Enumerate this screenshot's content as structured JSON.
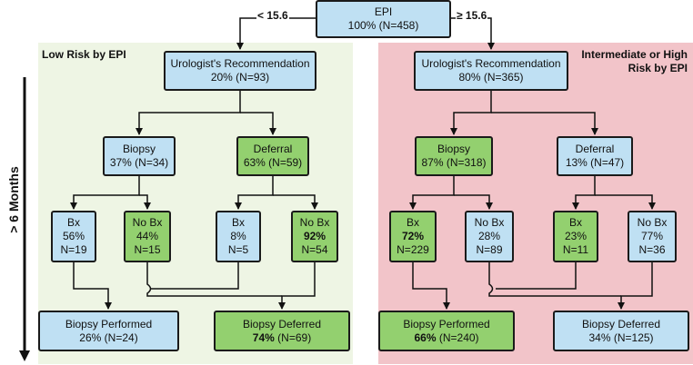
{
  "root": {
    "title": "EPI",
    "detail": "100% (N=458)"
  },
  "edges": {
    "left": "< 15.6",
    "right": "≥ 15.6"
  },
  "time_label": "> 6 Months",
  "left": {
    "title": "Low Risk by EPI",
    "rec": {
      "title": "Urologist's Recommendation",
      "detail": "20% (N=93)"
    },
    "biopsy": {
      "title": "Biopsy",
      "detail": "37% (N=34)"
    },
    "deferral": {
      "title": "Deferral",
      "detail": "63% (N=59)"
    },
    "leaf1": {
      "title": "Bx",
      "pct": "56%",
      "n": "N=19"
    },
    "leaf2": {
      "title": "No Bx",
      "pct": "44%",
      "n": "N=15"
    },
    "leaf3": {
      "title": "Bx",
      "pct": "8%",
      "n": "N=5"
    },
    "leaf4": {
      "title": "No Bx",
      "pct": "92%",
      "n": "N=54"
    },
    "out1": {
      "title": "Biopsy Performed",
      "pct": "26%",
      "n": "(N=24)"
    },
    "out2": {
      "title": "Biopsy Deferred",
      "pct": "74%",
      "n": "(N=69)"
    }
  },
  "right": {
    "title_line1": "Intermediate or High",
    "title_line2": "Risk by EPI",
    "rec": {
      "title": "Urologist's Recommendation",
      "detail": "80% (N=365)"
    },
    "biopsy": {
      "title": "Biopsy",
      "detail": "87% (N=318)"
    },
    "deferral": {
      "title": "Deferral",
      "detail": "13% (N=47)"
    },
    "leaf1": {
      "title": "Bx",
      "pct": "72%",
      "n": "N=229"
    },
    "leaf2": {
      "title": "No Bx",
      "pct": "28%",
      "n": "N=89"
    },
    "leaf3": {
      "title": "Bx",
      "pct": "23%",
      "n": "N=11"
    },
    "leaf4": {
      "title": "No Bx",
      "pct": "77%",
      "n": "N=36"
    },
    "out1": {
      "title": "Biopsy Performed",
      "pct": "66%",
      "n": "(N=240)"
    },
    "out2": {
      "title": "Biopsy Deferred",
      "pct": "34%",
      "n": "(N=125)"
    }
  }
}
